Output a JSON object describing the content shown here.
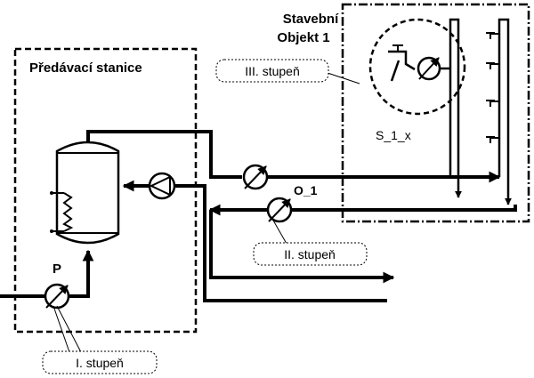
{
  "labels": {
    "station": "Předávací stanice",
    "building_line1": "Stavební",
    "building_line2": "Objekt 1",
    "stage1": "I. stupeň",
    "stage2": "II. stupeň",
    "stage3": "III. stupeň",
    "meter_p": "P",
    "meter_o1": "O_1",
    "meter_s1x": "S_1_x"
  },
  "colors": {
    "line": "#000000",
    "background": "#ffffff"
  }
}
